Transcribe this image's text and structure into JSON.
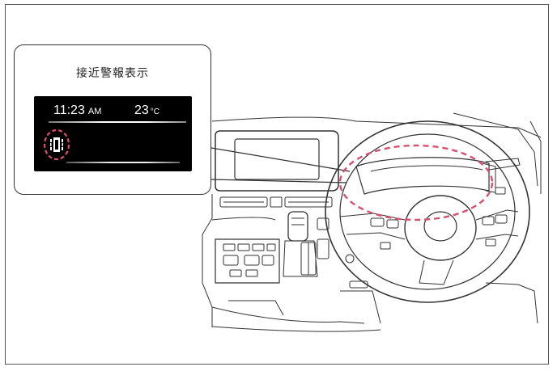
{
  "callout": {
    "title": "接近警報表示"
  },
  "display": {
    "time": "11:23",
    "time_suffix": "AM",
    "temperature": "23",
    "temperature_unit": "°C"
  },
  "icons": {
    "warning_icon": "proximity-sonar-icon",
    "highlight": "dashed-circle-highlight"
  },
  "colors": {
    "highlight": "#d94f6e",
    "line": "#333333",
    "display_bg": "#000000"
  }
}
